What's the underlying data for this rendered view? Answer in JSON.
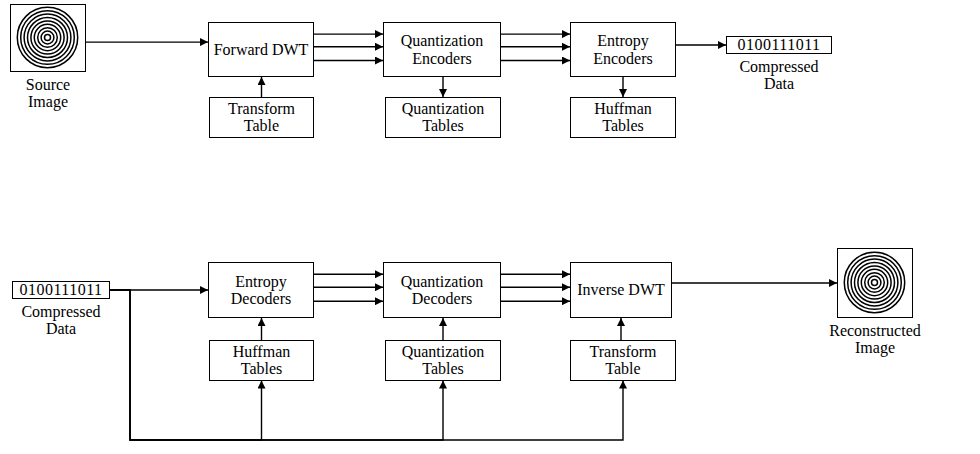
{
  "diagram": {
    "nodes": [
      {
        "text": [
          "Source Image"
        ]
      },
      {
        "text": [
          "Forward DWT"
        ]
      },
      {
        "text": [
          "Quantization Encoders"
        ]
      },
      {
        "text": [
          "Entropy Encoders"
        ]
      },
      {
        "text": [
          "0100111011",
          "Compressed Data"
        ]
      },
      {
        "text": [
          "Transform Table"
        ]
      },
      {
        "text": [
          "Quantization Tables"
        ]
      },
      {
        "text": [
          "Huffman Tables"
        ]
      },
      {
        "text": [
          "0100111011",
          "Compressed Data"
        ]
      },
      {
        "text": [
          "Entropy Decoders"
        ]
      },
      {
        "text": [
          "Quantization Decoders"
        ]
      },
      {
        "text": [
          "Inverse DWT"
        ]
      },
      {
        "text": [
          "Reconstructed Image"
        ]
      },
      {
        "text": [
          "Huffman Tables"
        ]
      },
      {
        "text": [
          "Quantization Tables"
        ]
      },
      {
        "text": [
          "Transform Table"
        ]
      }
    ],
    "edges": [
      {
        "from": 0,
        "to": 1,
        "arrow": "to"
      },
      {
        "from": 1,
        "to": 2,
        "arrow": "to"
      },
      {
        "from": 1,
        "to": 2,
        "arrow": "to"
      },
      {
        "from": 1,
        "to": 2,
        "arrow": "to"
      },
      {
        "from": 2,
        "to": 3,
        "arrow": "to"
      },
      {
        "from": 2,
        "to": 3,
        "arrow": "to"
      },
      {
        "from": 2,
        "to": 3,
        "arrow": "to"
      },
      {
        "from": 3,
        "to": 4,
        "arrow": "to"
      },
      {
        "from": 5,
        "to": 1,
        "arrow": "to"
      },
      {
        "from": 2,
        "to": 6,
        "arrow": "to"
      },
      {
        "from": 3,
        "to": 7,
        "arrow": "to"
      },
      {
        "from": 8,
        "to": 9,
        "arrow": "to"
      },
      {
        "from": 9,
        "to": 10,
        "arrow": "to"
      },
      {
        "from": 9,
        "to": 10,
        "arrow": "to"
      },
      {
        "from": 9,
        "to": 10,
        "arrow": "to"
      },
      {
        "from": 10,
        "to": 11,
        "arrow": "to"
      },
      {
        "from": 10,
        "to": 11,
        "arrow": "to"
      },
      {
        "from": 10,
        "to": 11,
        "arrow": "to"
      },
      {
        "from": 11,
        "to": 12,
        "arrow": "to"
      },
      {
        "from": 13,
        "to": 9,
        "arrow": "to"
      },
      {
        "from": 14,
        "to": 10,
        "arrow": "to"
      },
      {
        "from": 15,
        "to": 11,
        "arrow": "to"
      },
      {
        "from": 8,
        "to": 13,
        "arrow": "to"
      },
      {
        "from": 8,
        "to": 14,
        "arrow": "to"
      },
      {
        "from": 8,
        "to": 15,
        "arrow": "to"
      }
    ]
  }
}
